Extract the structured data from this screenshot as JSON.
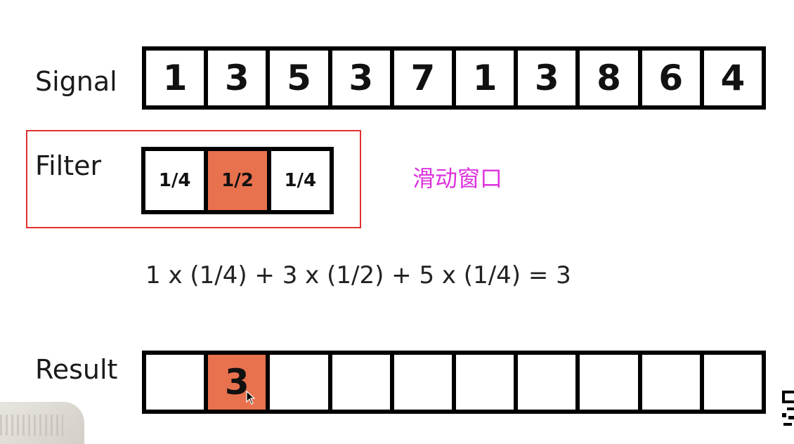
{
  "signal": {
    "label": "Signal",
    "values": [
      "1",
      "3",
      "5",
      "3",
      "7",
      "1",
      "3",
      "8",
      "6",
      "4"
    ]
  },
  "filter": {
    "label": "Filter",
    "weights": [
      "1/4",
      "1/2",
      "1/4"
    ],
    "highlight_index": 1,
    "highlight_color": "#e8714e",
    "box_color": "#e0312e"
  },
  "annotation": {
    "text": "滑动窗口",
    "color": "#dd33dd"
  },
  "equation": {
    "text": "1 x (1/4) + 3 x (1/2) + 5 x (1/4) = 3"
  },
  "result": {
    "label": "Result",
    "values": [
      "",
      "3",
      "",
      "",
      "",
      "",
      "",
      "",
      "",
      ""
    ],
    "highlight_index": 1
  }
}
